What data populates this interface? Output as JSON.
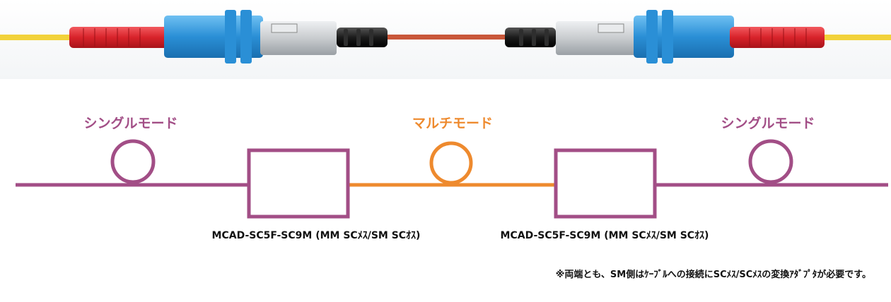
{
  "photo": {
    "description_name": "fiber-connector-photo",
    "cable_color_single": "#f2d23a",
    "cable_color_multi": "#c9573a",
    "boot_color": "#d8232a",
    "connector_blue": "#2a8fd6",
    "adapter_gray": "#c9cccf"
  },
  "diagram": {
    "labels": {
      "left_mode": "シングルモード",
      "center_mode": "マルチモード",
      "right_mode": "シングルモード"
    },
    "adapters": [
      {
        "part_label": "MCAD-SC5F-SC9M (MM SCﾒｽ/SM SCｵｽ)"
      },
      {
        "part_label": "MCAD-SC5F-SC9M (MM SCﾒｽ/SM SCｵｽ)"
      }
    ],
    "note": "※両端とも、SM側はｹｰﾌﾞﾙへの接続にSCﾒｽ/SCﾒｽの変換ｱﾀﾞﾌﾟﾀが必要です。",
    "colors": {
      "single_mode": "#a24e86",
      "multi_mode": "#ee8a2e",
      "text_dark": "#111111"
    }
  }
}
